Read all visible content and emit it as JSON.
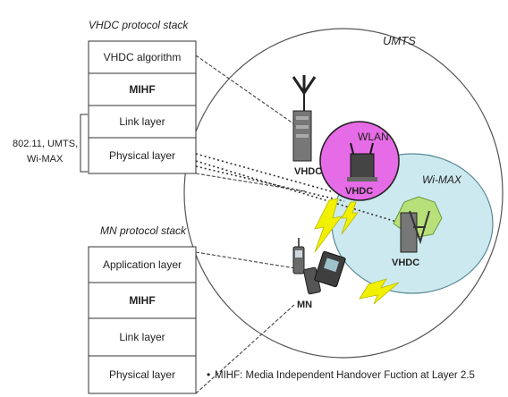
{
  "vhdc_stack": {
    "title": "VHDC protocol stack",
    "layers": [
      "VHDC algorithm",
      "MIHF",
      "Link layer",
      "Physical layer"
    ]
  },
  "mn_stack": {
    "title": "MN protocol stack",
    "layers": [
      "Application layer",
      "MIHF",
      "Link layer",
      "Physical layer"
    ]
  },
  "brace_label": {
    "line1": "802.11, UMTS,",
    "line2": "Wi-MAX"
  },
  "networks": {
    "umts": "UMTS",
    "wlan": "WLAN",
    "wimax": "Wi-MAX"
  },
  "nodes": {
    "vhdc_umts": "VHDC",
    "vhdc_wlan": "VHDC",
    "vhdc_wimax": "VHDC",
    "mn": "MN"
  },
  "footnote": "MIHF: Media Independent Handover Fuction at Layer 2.5",
  "colors": {
    "wlan": "#e66be6",
    "wimax": "#cce9ef",
    "lightning": "#f0f000"
  }
}
